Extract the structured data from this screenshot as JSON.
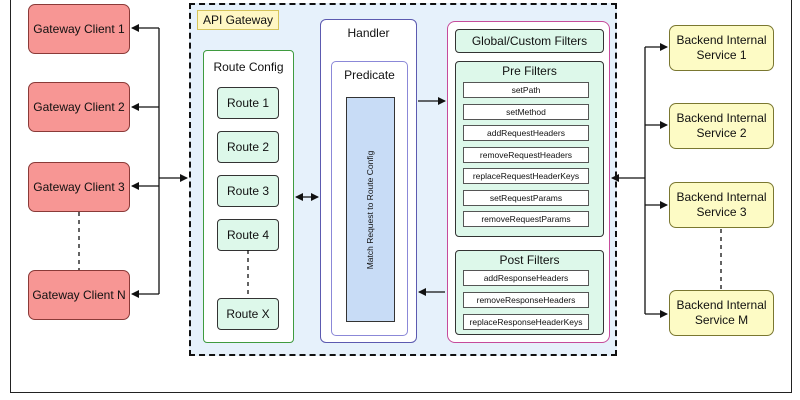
{
  "gateway": {
    "label": "API Gateway",
    "route_config": {
      "title": "Route Config",
      "routes": [
        "Route 1",
        "Route 2",
        "Route 3",
        "Route 4",
        "Route X"
      ]
    },
    "handler": {
      "title": "Handler",
      "predicate_title": "Predicate",
      "match_text": "Match Request to Route Config"
    },
    "filters": {
      "global_title": "Global/Custom Filters",
      "pre_title": "Pre Filters",
      "pre_items": [
        "setPath",
        "setMethod",
        "addRequestHeaders",
        "removeRequestHeaders",
        "replaceRequestHeaderKeys",
        "setRequestParams",
        "removeRequestParams"
      ],
      "post_title": "Post Filters",
      "post_items": [
        "addResponseHeaders",
        "removeResponseHeaders",
        "replaceResponseHeaderKeys"
      ]
    }
  },
  "clients": [
    "Gateway Client 1",
    "Gateway Client 2",
    "Gateway Client 3",
    "Gateway Client N"
  ],
  "backends": [
    "Backend Internal Service 1",
    "Backend Internal Service 2",
    "Backend Internal Service 3",
    "Backend Internal Service M"
  ],
  "colors": {
    "client_fill": "#f79694",
    "backend_fill": "#fdfbc5",
    "gateway_fill": "#e6f1fb",
    "filter_fill": "#ddf8ea",
    "match_fill": "#c8dcf6",
    "filters_border": "#c64b9b",
    "handler_border": "#5c5ab0",
    "route_config_border": "#3f9b3f"
  }
}
